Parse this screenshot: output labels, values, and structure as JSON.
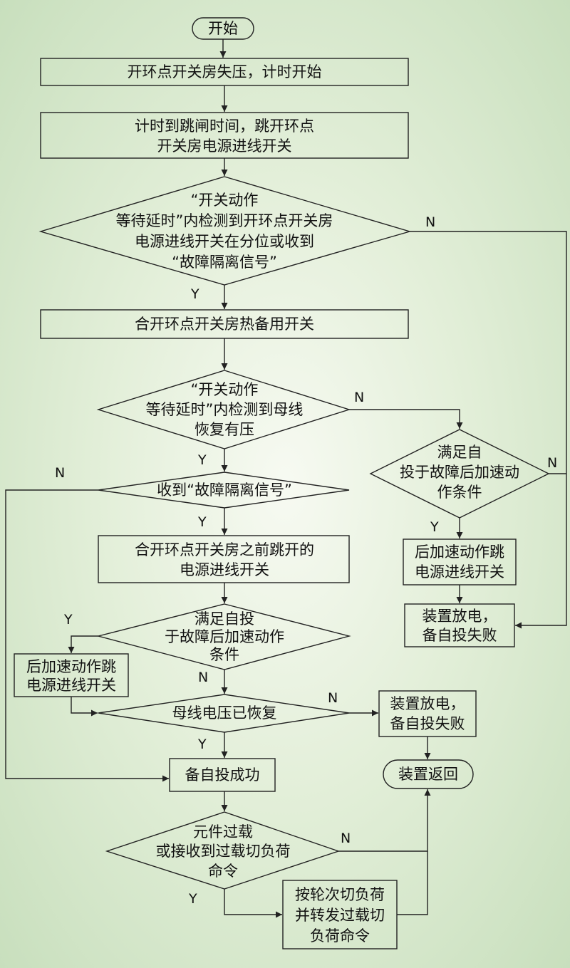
{
  "flowchart": {
    "start": "开始",
    "step1": "开环点开关房失压，计时开始",
    "step2": [
      "计时到跳闸时间，跳开环点",
      "开关房电源进线开关"
    ],
    "decision1": [
      "“开关动作",
      "等待延时”内检测到开环点开关房",
      "电源进线开关在分位或收到",
      "“故障隔离信号”"
    ],
    "step3": "合开环点开关房热备用开关",
    "decision2": [
      "“开关动作",
      "等待延时”内检测到母线",
      "恢复有压"
    ],
    "decision3": "收到“故障隔离信号”",
    "step4": [
      "合开环点开关房之前跳开的",
      "电源进线开关"
    ],
    "decision4": [
      "满足自投",
      "于故障后加速动作",
      "条件"
    ],
    "step5": [
      "后加速动作跳",
      "电源进线开关"
    ],
    "decision5": "母线电压已恢复",
    "success": "备自投成功",
    "decision6": [
      "元件过载",
      "或接收到过载切负荷",
      "命令"
    ],
    "step6": [
      "按轮次切负荷",
      "并转发过载切",
      "负荷命令"
    ],
    "right_decision": [
      "满足自",
      "投于故障后加速动",
      "作条件"
    ],
    "right_step": [
      "后加速动作跳",
      "电源进线开关"
    ],
    "fail_right": [
      "装置放电，",
      "备自投失败"
    ],
    "fail_mid": [
      "装置放电，",
      "备自投失败"
    ],
    "return": "装置返回",
    "labels": {
      "yes": "Y",
      "no": "N"
    }
  }
}
